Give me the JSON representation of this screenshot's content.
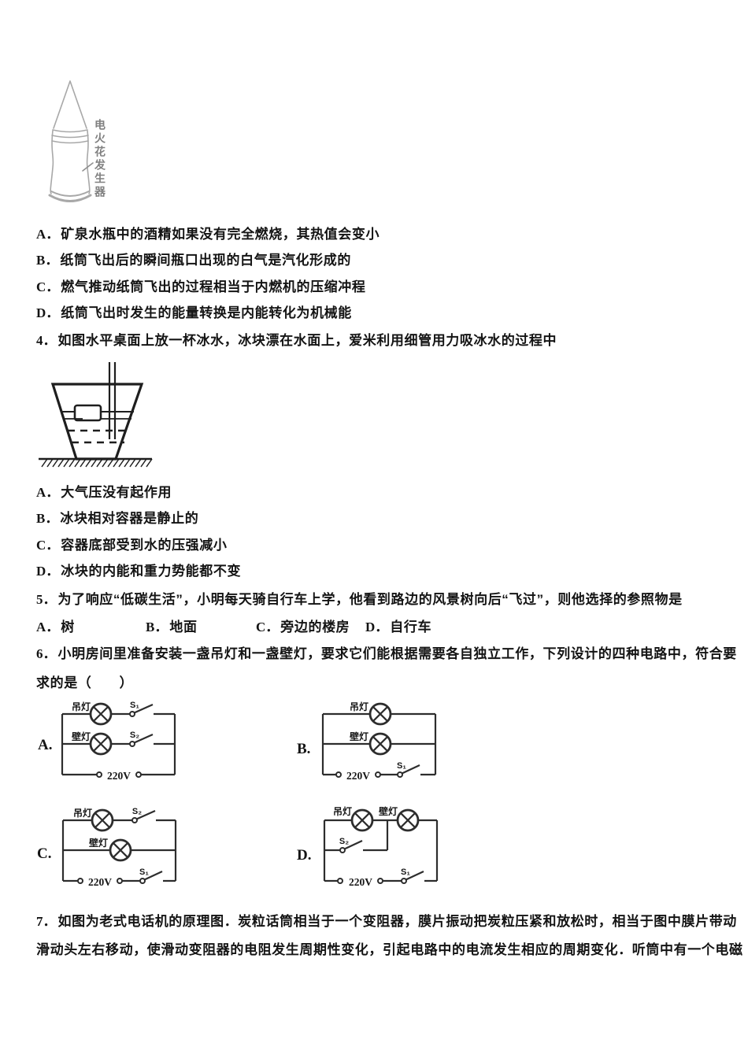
{
  "figure_q3": {
    "label": "电火花发生器"
  },
  "q3_options": [
    {
      "letter": "A．",
      "text": "矿泉水瓶中的酒精如果没有完全燃烧，其热值会变小"
    },
    {
      "letter": "B．",
      "text": "纸筒飞出后的瞬间瓶口出现的白气是汽化形成的"
    },
    {
      "letter": "C．",
      "text": "燃气推动纸筒飞出的过程相当于内燃机的压缩冲程"
    },
    {
      "letter": "D．",
      "text": "纸筒飞出时发生的能量转换是内能转化为机械能"
    }
  ],
  "q4": {
    "number": "4．",
    "stem": "如图水平桌面上放一杯冰水，冰块漂在水面上，爱米利用细管用力吸冰水的过程中",
    "options": [
      {
        "letter": "A．",
        "text": "大气压没有起作用"
      },
      {
        "letter": "B．",
        "text": "冰块相对容器是静止的"
      },
      {
        "letter": "C．",
        "text": "容器底部受到水的压强减小"
      },
      {
        "letter": "D．",
        "text": "冰块的内能和重力势能都不变"
      }
    ]
  },
  "q5": {
    "number": "5．",
    "stem": "为了响应“低碳生活”，小明每天骑自行车上学，他看到路边的风景树向后“飞过”，则他选择的参照物是",
    "options": [
      {
        "letter": "A．",
        "text": "树"
      },
      {
        "letter": "B．",
        "text": "地面"
      },
      {
        "letter": "C．",
        "text": "旁边的楼房"
      },
      {
        "letter": "D．",
        "text": "自行车"
      }
    ]
  },
  "q6": {
    "number": "6．",
    "stem_line1": "小明房间里准备安装一盏吊灯和一盏壁灯，要求它们能根据需要各自独立工作，下列设计的四种电路中，符合要",
    "stem_line2": "求的是（　　）",
    "labels": {
      "ceiling_lamp": "吊灯",
      "wall_lamp": "壁灯",
      "s1": "S₁",
      "s2": "S₂",
      "voltage": "220V"
    },
    "circuit_labels": {
      "a": "A.",
      "b": "B.",
      "c": "C.",
      "d": "D."
    }
  },
  "q7": {
    "number": "7．",
    "line1": "如图为老式电话机的原理图．炭粒话筒相当于一个变阻器，膜片振动把炭粒压紧和放松时，相当于图中膜片带动",
    "line2": "滑动头左右移动，使滑动变阻器的电阻发生周期性变化，引起电路中的电流发生相应的周期变化．听筒中有一个电磁"
  }
}
